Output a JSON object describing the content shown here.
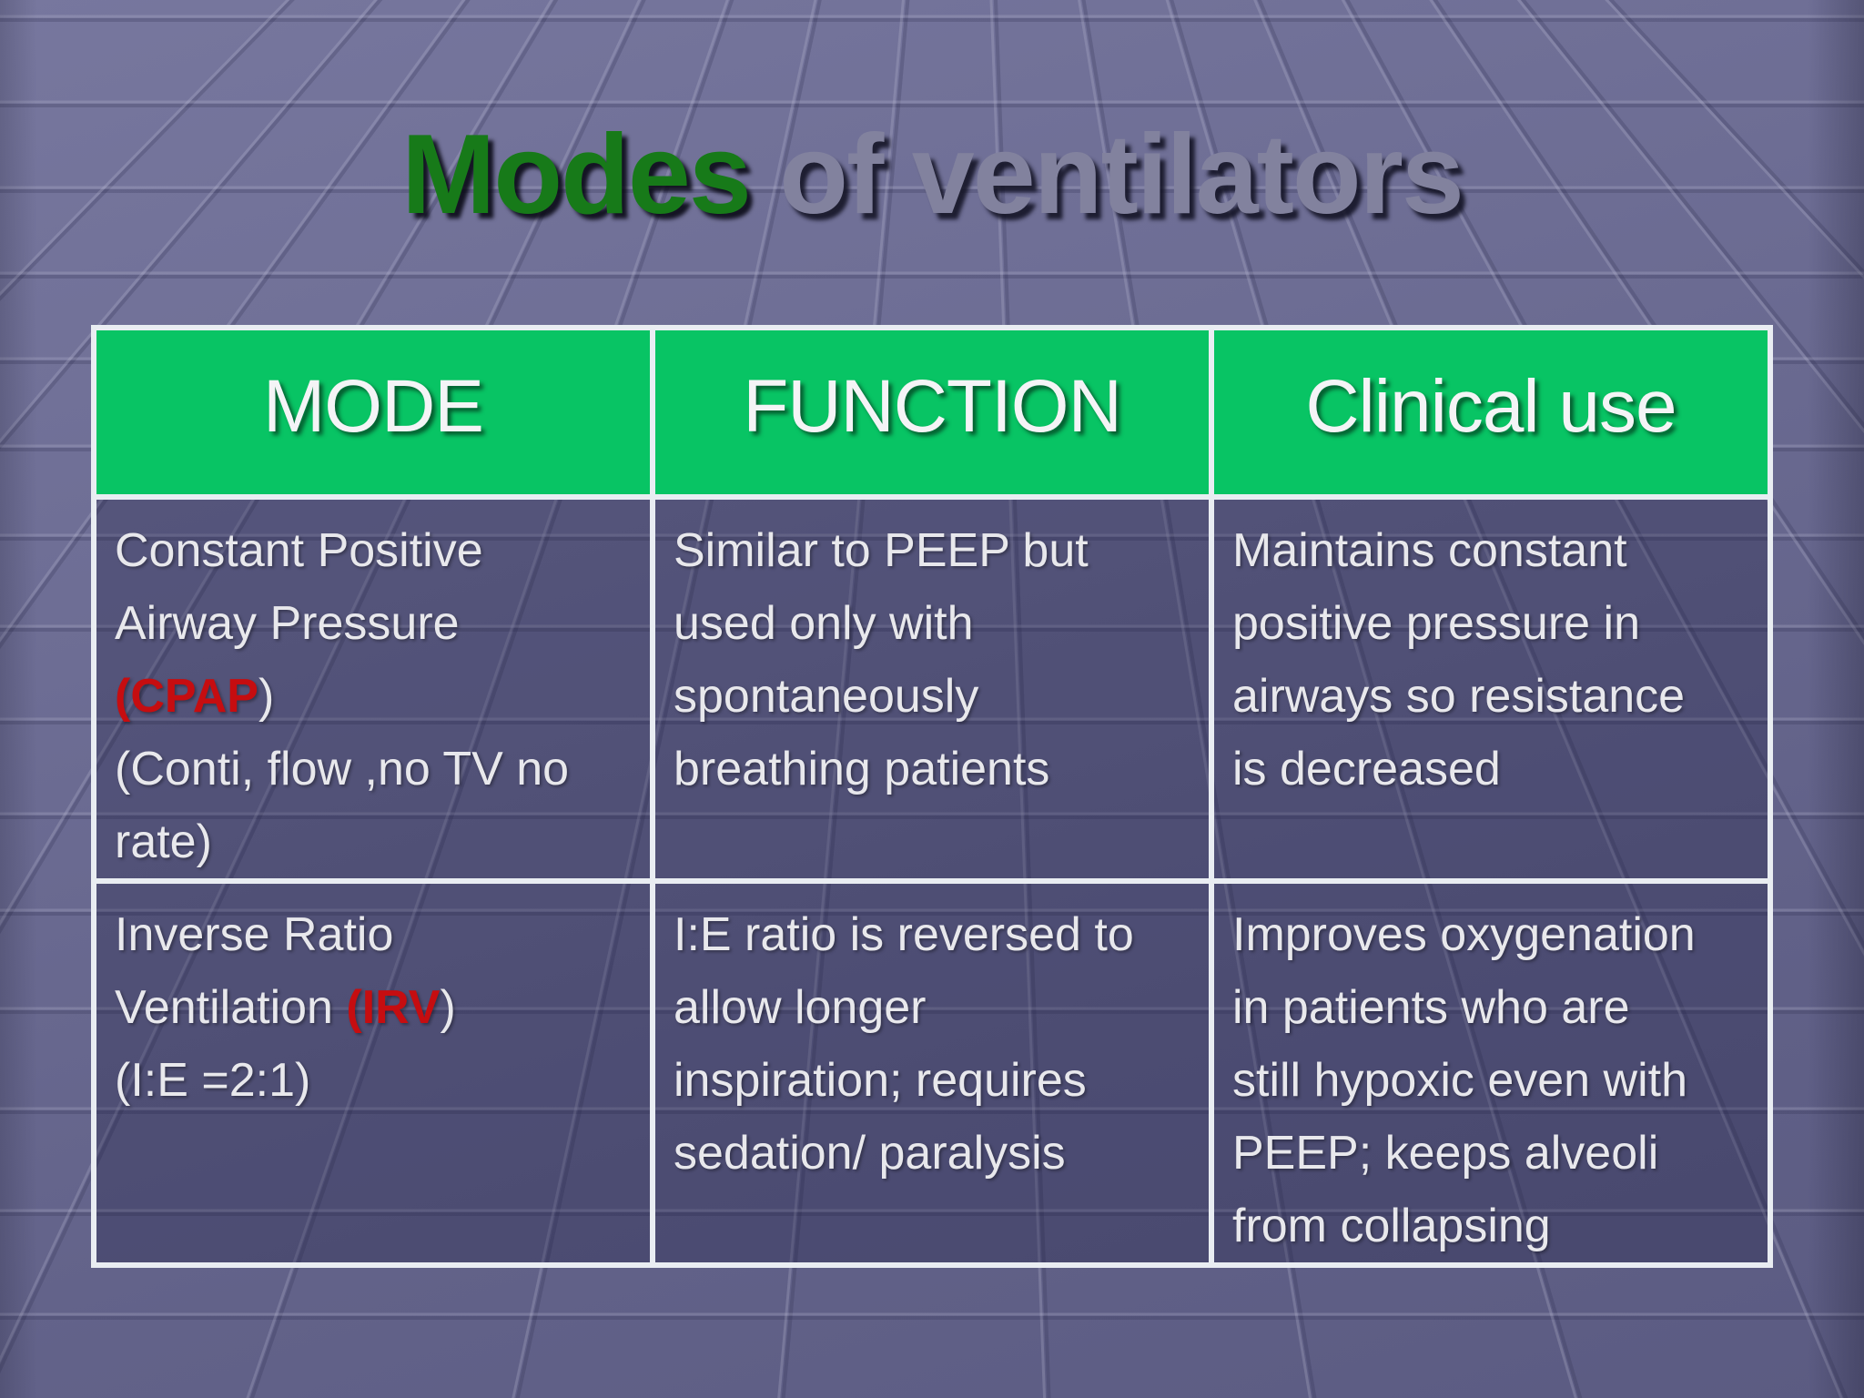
{
  "title": {
    "green": "Modes",
    "gray": " of ventilators"
  },
  "colors": {
    "header_green": "#08c464",
    "accent_red": "#c60d10",
    "title_green": "#177a19",
    "title_gray": "#82829e",
    "table_border": "#e9edf2"
  },
  "table": {
    "headers": [
      "MODE",
      "FUNCTION",
      "Clinical use"
    ],
    "rows": [
      {
        "cells": [
          {
            "segments": [
              {
                "t": "Constant Positive\nAirway Pressure\n"
              },
              {
                "t": "(CPAP",
                "red": true
              },
              {
                "t": ")\n(Conti, flow ,no TV no\nrate)"
              }
            ]
          },
          {
            "segments": [
              {
                "t": "Similar to PEEP but\nused only with\nspontaneously\nbreathing patients"
              }
            ]
          },
          {
            "segments": [
              {
                "t": "Maintains constant\npositive pressure in\nairways so resistance\nis decreased"
              }
            ]
          }
        ]
      },
      {
        "cells": [
          {
            "segments": [
              {
                "t": "Inverse Ratio\nVentilation "
              },
              {
                "t": "(IRV",
                "red": true
              },
              {
                "t": ")\n(I:E =2:1)"
              }
            ]
          },
          {
            "segments": [
              {
                "t": "I:E ratio is reversed to\nallow longer\ninspiration; requires\nsedation/ paralysis"
              }
            ]
          },
          {
            "segments": [
              {
                "t": "Improves oxygenation\nin patients who are\nstill hypoxic even with\nPEEP; keeps alveoli\nfrom collapsing"
              }
            ]
          }
        ]
      }
    ]
  }
}
